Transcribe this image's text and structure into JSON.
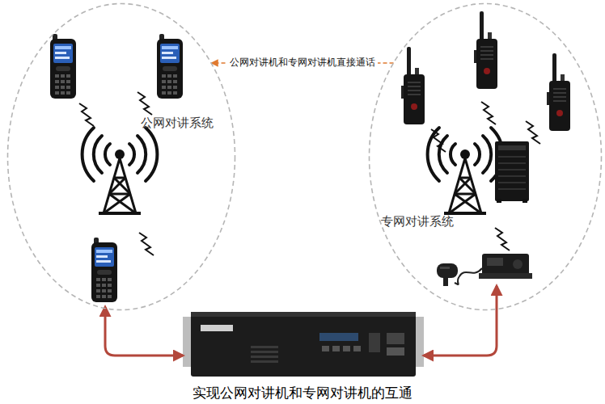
{
  "diagram": {
    "caption": "实现公网对讲机和专网对讲机的互通",
    "nodes": [
      {
        "text": [
          "公网对讲系统"
        ]
      },
      {
        "text": [
          "专网对讲系统"
        ]
      }
    ],
    "edges": [
      {
        "from": 1,
        "to": 0,
        "arrow": "to",
        "label": "公网对讲机和专网对讲机直接通话"
      }
    ]
  }
}
